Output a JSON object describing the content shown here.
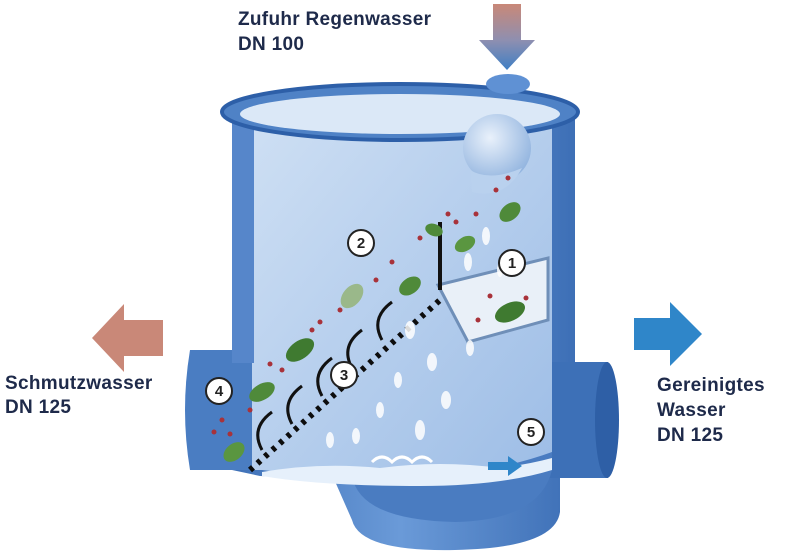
{
  "labels": {
    "inlet_line1": "Zufuhr Regenwasser",
    "inlet_line2": "DN 100",
    "dirty_line1": "Schmutzwasser",
    "dirty_line2": "DN 125",
    "clean_line1": "Gereinigtes",
    "clean_line2": "Wasser",
    "clean_line3": "DN 125"
  },
  "markers": [
    "1",
    "2",
    "3",
    "4",
    "5"
  ],
  "colors": {
    "tank_dark": "#3a6fb8",
    "tank_mid": "#5b8fd4",
    "tank_light": "#a9c8ec",
    "water": "#c9dcf2",
    "arrow_dirty": "#c98878",
    "arrow_clean": "#2f86c9",
    "leaf": "#4f8a3a",
    "debris": "#a8323a",
    "screen": "#1a1a1a"
  },
  "icons": {
    "inlet_arrow": "arrow-down-icon",
    "dirty_arrow": "arrow-left-icon",
    "clean_arrow": "arrow-right-icon",
    "flow_arrow": "arrow-right-icon"
  }
}
